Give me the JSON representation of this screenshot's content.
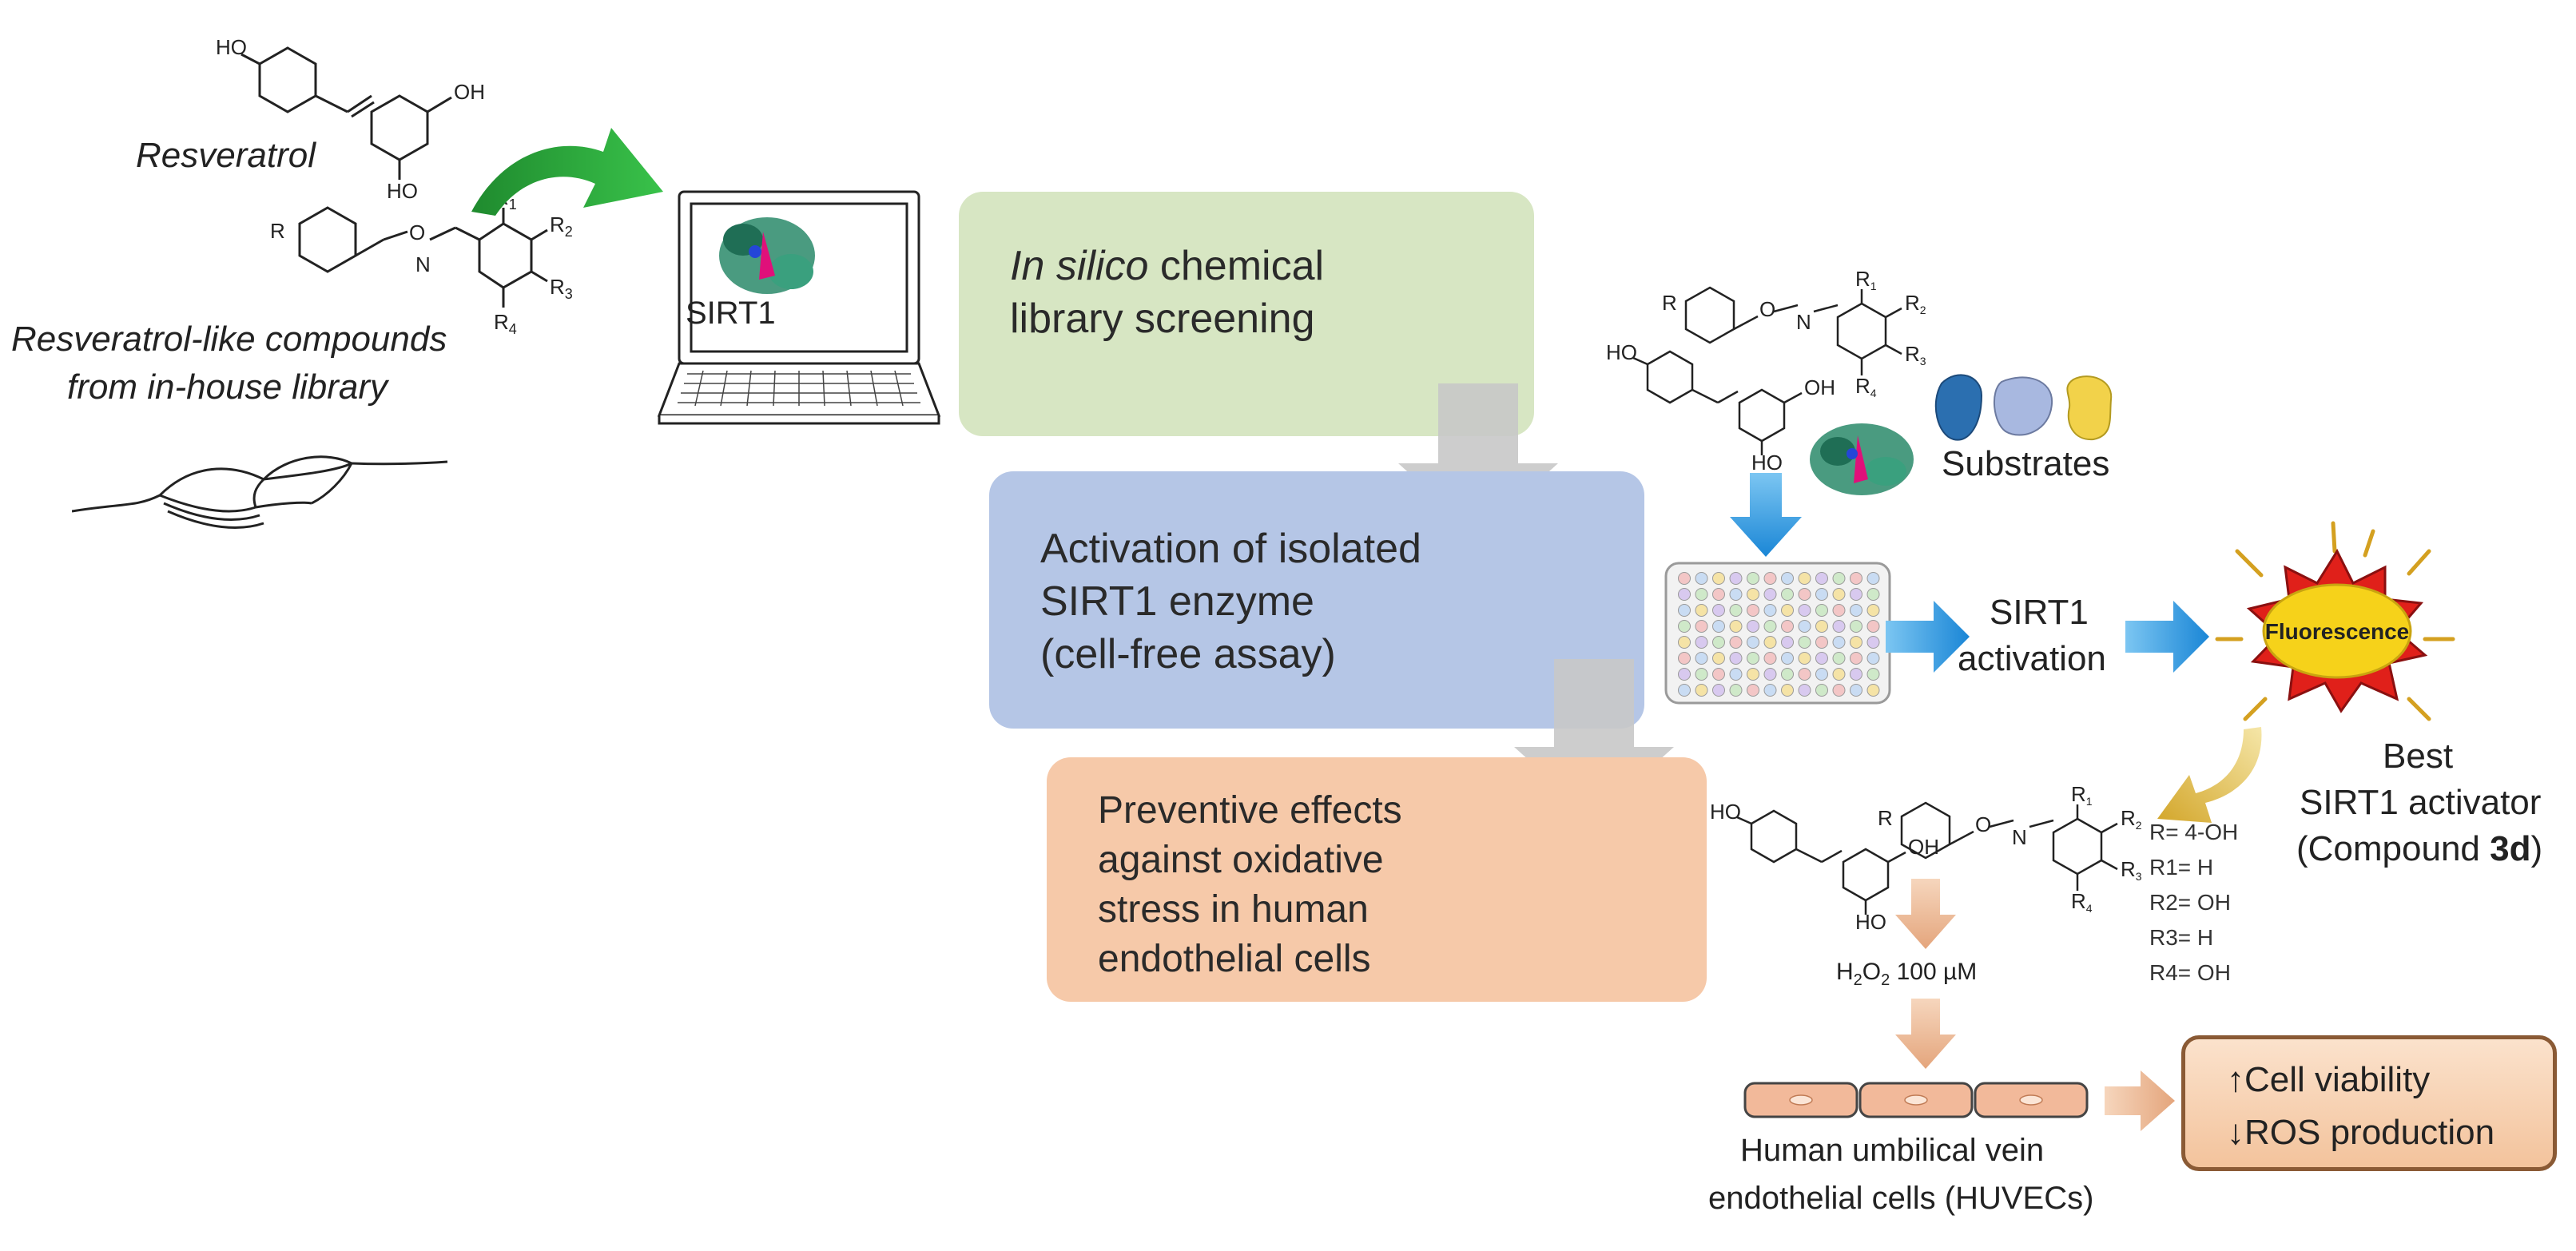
{
  "labels": {
    "resveratrol": "Resveratrol",
    "library_line1": "Resveratrol-like compounds",
    "library_line2": "from in-house library",
    "sirt1_screen": "SIRT1",
    "substrates": "Substrates",
    "sirt1_activation_line1": "SIRT1",
    "sirt1_activation_line2": "activation",
    "fluorescence": "Fluorescence",
    "best_line1": "Best",
    "best_line2": "SIRT1 activator",
    "compound_prefix": "(Compound ",
    "compound_id": "3d",
    "compound_suffix": ")",
    "h2o2": "H",
    "h2o2_sub1": "2",
    "h2o2_mid": "O",
    "h2o2_sub2": "2",
    "h2o2_conc": " 100 µM",
    "huvec_line1": "Human umbilical vein",
    "huvec_line2": "endothelial cells (HUVECs)"
  },
  "steps": {
    "step1_italic": "In silico",
    "step1_rest": " chemical",
    "step1_line2": "library screening",
    "step2_line1": "Activation of isolated",
    "step2_line2": "SIRT1 enzyme",
    "step2_line3": "(cell-free assay)",
    "step3_line1": "Preventive effects",
    "step3_line2": "against oxidative",
    "step3_line3": "stress in human",
    "step3_line4": "endothelial  cells"
  },
  "substituents": [
    "R= 4-OH",
    "R1= H",
    "R2= OH",
    "R3= H",
    "R4= OH"
  ],
  "results": {
    "line1_arrow": "↑",
    "line1": "Cell viability",
    "line2_arrow": "↓",
    "line2": "ROS production"
  },
  "chem_atoms": {
    "ho": "HO",
    "oh": "OH",
    "r": "R",
    "o": "O",
    "n": "N",
    "r1": "R",
    "r1_sub": "1",
    "r2": "R",
    "r2_sub": "2",
    "r3": "R",
    "r3_sub": "3",
    "r4": "R",
    "r4_sub": "4"
  },
  "colors": {
    "step1_bg": "#d7e6c3",
    "step2_bg": "#b5c6e6",
    "step3_bg": "#f6c9a9",
    "grey_arrow": "#c8c8c8",
    "blue_arrow": "#2e9be0",
    "green_arrow": "#2aa33c",
    "peach_arrow": "#eab896",
    "protein": "#2a8a6a",
    "substrate_1": "#2b6fb0",
    "substrate_2": "#a8b8e0",
    "substrate_3": "#f2d24a"
  }
}
